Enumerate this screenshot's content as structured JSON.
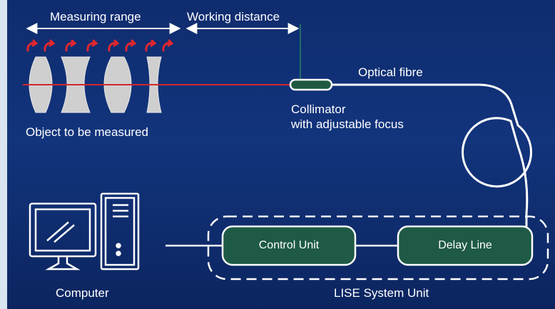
{
  "labels": {
    "measuring_range": "Measuring range",
    "working_distance": "Working distance",
    "optical_fibre": "Optical fibre",
    "object": "Object to be measured",
    "collimator_line1": "Collimator",
    "collimator_line2": "with adjustable focus",
    "control_unit": "Control Unit",
    "delay_line": "Delay Line",
    "computer": "Computer",
    "lise_unit": "LISE System Unit"
  },
  "colors": {
    "background": "#12347c",
    "beam": "#d3262b",
    "unit_box": "#1e5a45",
    "collimator": "#2d6b4f",
    "lens": "#cfcfcf",
    "arrow_red": "#e3262e",
    "line": "#ffffff"
  },
  "icons": {
    "rotation_arrows": "rotation-arrow-icon",
    "computer": "computer-icon"
  }
}
